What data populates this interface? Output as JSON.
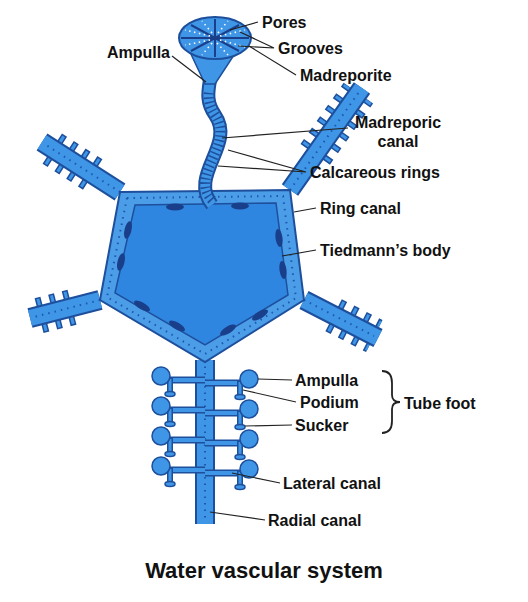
{
  "diagram": {
    "caption": "Water vascular system",
    "labels": [
      "Pores",
      "Grooves",
      "Madreporite",
      "Ampulla",
      "Madreporic canal",
      "Calcareous rings",
      "Ring canal",
      "Tiedmann’s body",
      "Ampulla",
      "Podium",
      "Sucker",
      "Tube foot",
      "Lateral canal",
      "Radial canal"
    ]
  }
}
